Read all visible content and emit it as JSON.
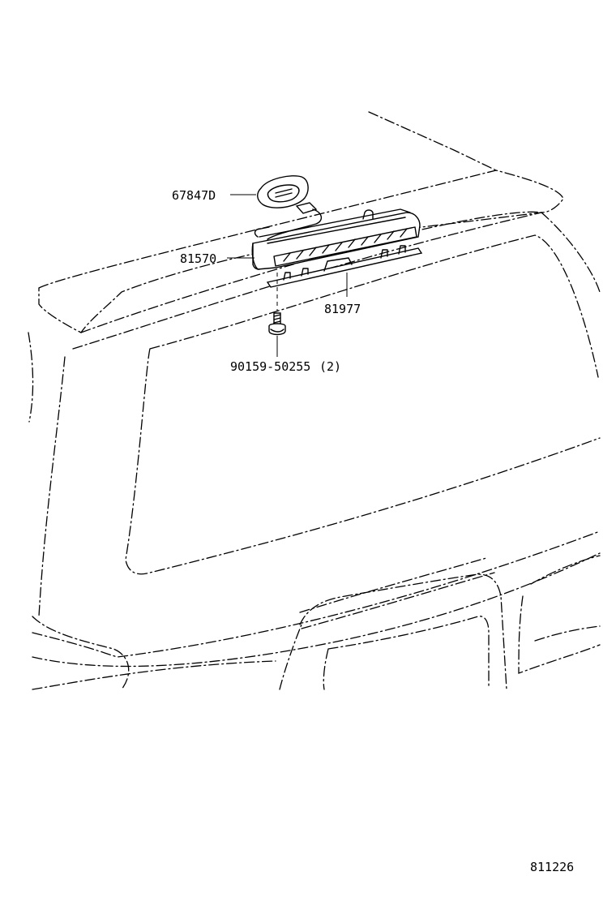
{
  "diagram": {
    "callouts": {
      "cap_grommet": "67847D",
      "high_mount_lamp": "81570",
      "lens_cover": "81977",
      "screw": "90159-50255",
      "screw_qty": "(2)"
    },
    "figure_number": "811226"
  }
}
